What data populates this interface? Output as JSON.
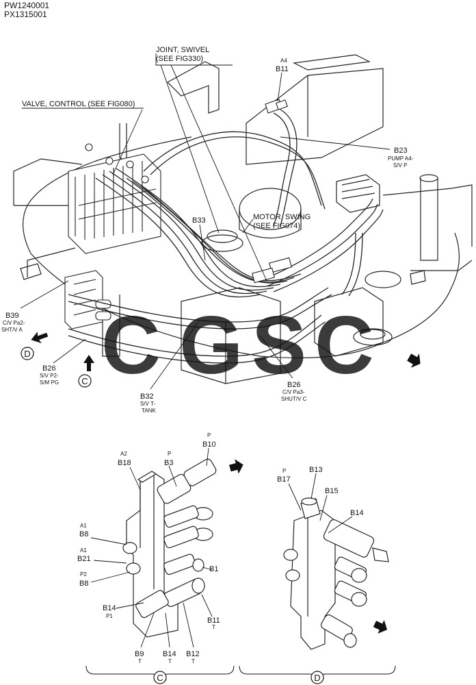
{
  "header": {
    "code1": "PW1240001",
    "code2": "PX1315001"
  },
  "callouts": {
    "joint_swivel": {
      "line1": "JOINT, SWIVEL",
      "line2": "(SEE FIG330)"
    },
    "valve_control": "VALVE, CONTROL (SEE FIG080)",
    "motor_swing": {
      "line1": "MOTOR, SWING",
      "line2": "(SEE FIG074)"
    },
    "a4": "A4",
    "b11": "B11",
    "b23": {
      "label": "B23",
      "sub1": "PUMP A4-",
      "sub2": "S/V P"
    },
    "b33": "B33",
    "b39": {
      "label": "B39",
      "sub1": "C/V Pa2-",
      "sub2": "SHT/V A"
    },
    "b26_left": {
      "label": "B26",
      "sub1": "S/V P2-",
      "sub2": "S/M PG"
    },
    "b32": {
      "label": "B32",
      "sub1": "S/V T-",
      "sub2": "TANK"
    },
    "b26_right": {
      "label": "B26",
      "sub1": "C/V Pa3-",
      "sub2": "SHUT/V C"
    }
  },
  "view_markers": {
    "c": "C",
    "d": "D"
  },
  "watermark": {
    "text": "CGSC",
    "colors": [
      "#4f8cf0",
      "#f27a6c",
      "#f8c944",
      "#3aa876"
    ]
  },
  "detail_c": {
    "a2": "A2",
    "b18": "B18",
    "p_b3": "P",
    "b3": "B3",
    "p_b10": "P",
    "b10": "B10",
    "a1_b8": "A1",
    "b8_a1": "B8",
    "a1_b21": "A1",
    "b21": "B21",
    "p2_b8": "P2",
    "b8_p2": "B8",
    "b1": "B1",
    "b14": "B14",
    "p1": "P1",
    "b11": "B11",
    "t_b11": "T",
    "b9": "B9",
    "t_b9": "T",
    "b14_bottom": "B14",
    "t_b14": "T",
    "b12": "B12",
    "t_b12": "T"
  },
  "detail_d": {
    "p": "P",
    "b17": "B17",
    "b13": "B13",
    "b15": "B15",
    "b14": "B14"
  }
}
